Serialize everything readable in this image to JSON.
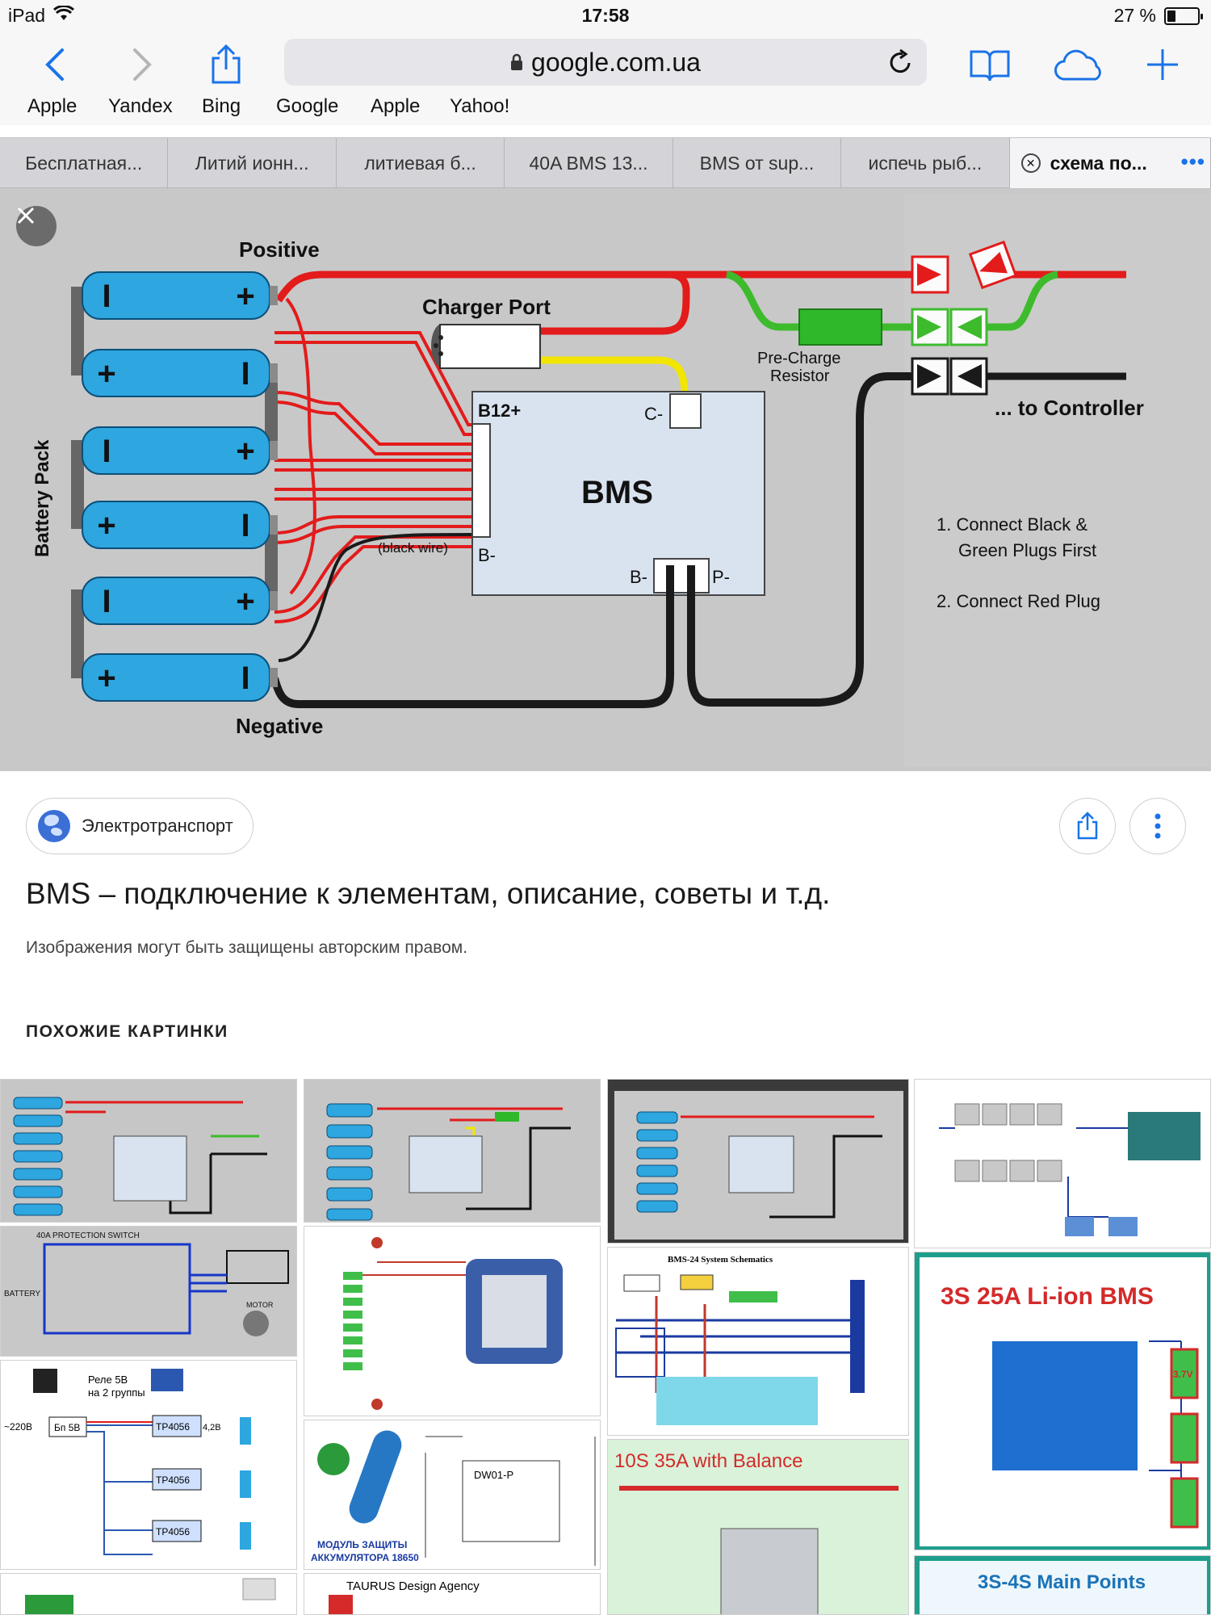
{
  "status_bar": {
    "device": "iPad",
    "time": "17:58",
    "battery": "27 %"
  },
  "browser": {
    "url": "google.com.ua",
    "bookmarks": [
      "Apple",
      "Yandex",
      "Bing",
      "Google",
      "Apple",
      "Yahoo!"
    ],
    "tabs": [
      "Бесплатная...",
      "Литий ионн...",
      "литиевая б...",
      "40A BMS 13...",
      "BMS от sup...",
      "испечь рыб..."
    ],
    "active_tab": "схема по..."
  },
  "diagram": {
    "labels": {
      "positive": "Positive",
      "negative": "Negative",
      "battery_pack": "Battery Pack",
      "charger_port": "Charger Port",
      "pre_charge": "Pre-Charge",
      "resistor": "Resistor",
      "to_controller": "... to Controller",
      "bms": "BMS",
      "b12": "B12+",
      "c_minus": "C-",
      "b_minus_left": "B-",
      "b_minus": "B-",
      "p_minus": "P-",
      "black_wire": "(black wire)",
      "step1_line1": "1. Connect Black &",
      "step1_line2": "Green Plugs First",
      "step2": "2. Connect Red Plug"
    },
    "cell_signs": [
      [
        "I",
        "+"
      ],
      [
        "+",
        "I"
      ],
      [
        "I",
        "+"
      ],
      [
        "+",
        "I"
      ],
      [
        "I",
        "+"
      ],
      [
        "+",
        "I"
      ]
    ],
    "colors": {
      "cell": "#2ea6df",
      "red_wire": "#e31b1b",
      "green_wire": "#3dbb2c",
      "yellow_wire": "#f2e600",
      "bms_box": "#d9e3f0"
    }
  },
  "result": {
    "source": "Электротранспорт",
    "title": "BMS – подключение к элементам, описание, советы и т.д.",
    "copyright": "Изображения могут быть защищены авторским правом."
  },
  "similar": {
    "heading": "ПОХОЖИЕ КАРТИНКИ",
    "thumb_texts": {
      "protection_switch": "40A PROTECTION SWITCH",
      "battery": "BATTERY",
      "motor": "MOTOR",
      "charger_relay_1": "Реле 5В",
      "charger_relay_2": "на 2 группы",
      "voltage": "~220В",
      "bp": "Бп 5В",
      "tp1": "TP4056",
      "tp2": "TP4056",
      "tp3": "TP4056",
      "v42": "4,2В",
      "bms24": "BMS-24 System Schematics",
      "s10": "10S 35A with Balance",
      "bms3s": "3S 25A Li-ion BMS",
      "v37": "3.7V",
      "module_1": "МОДУЛЬ ЗАЩИТЫ",
      "module_2": "АККУМУЛЯТОРА 18650",
      "dw01": "DW01-P",
      "taurus": "TAURUS Design Agency",
      "main_points": "3S-4S Main Points"
    }
  }
}
